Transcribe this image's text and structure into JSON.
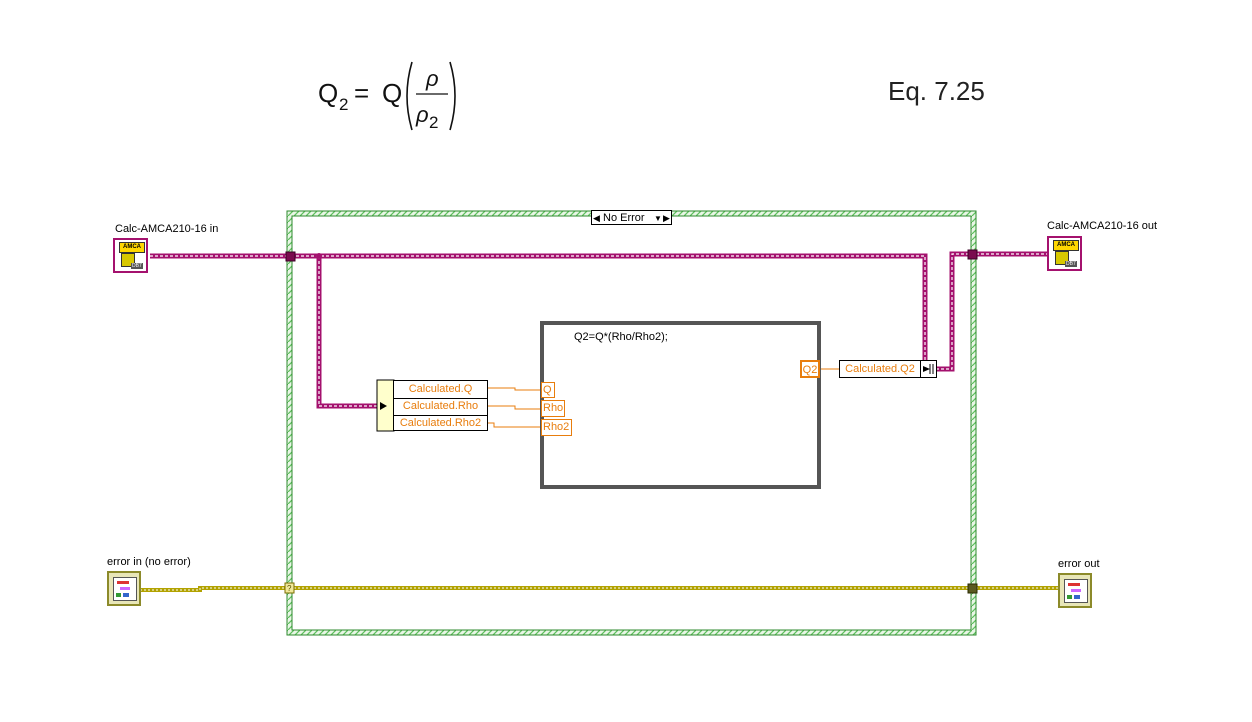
{
  "equation": {
    "lhs_var": "Q",
    "lhs_sub": "2",
    "equals": "=",
    "rhs_var": "Q",
    "numerator": "ρ",
    "denominator_var": "ρ",
    "denominator_sub": "2",
    "eq_number": "Eq. 7.25"
  },
  "case_structure": {
    "selector_label": "No Error",
    "decrement_icon": "left-triangle",
    "increment_icon": "right-triangle",
    "dropdown_icon": "down-triangle"
  },
  "terminals": {
    "class_in_label": "Calc-AMCA210-16 in",
    "class_out_label": "Calc-AMCA210-16 out",
    "class_icon_text": "AMCA",
    "class_icon_sub": "DB7",
    "error_in_label": "error in (no error)",
    "error_out_label": "error out"
  },
  "unbundle": {
    "items": [
      "Calculated.Q",
      "Calculated.Rho",
      "Calculated.Rho2"
    ]
  },
  "formula_node": {
    "code": "Q2=Q*(Rho/Rho2);",
    "inputs": [
      "Q",
      "Rho",
      "Rho2"
    ],
    "outputs": [
      "Q2"
    ]
  },
  "bundle": {
    "items": [
      "Calculated.Q2"
    ]
  },
  "colors": {
    "class_wire": "#a4116e",
    "error_wire": "#c8b700",
    "case_border": "#5cc05c",
    "orange": "#e87d0d"
  }
}
